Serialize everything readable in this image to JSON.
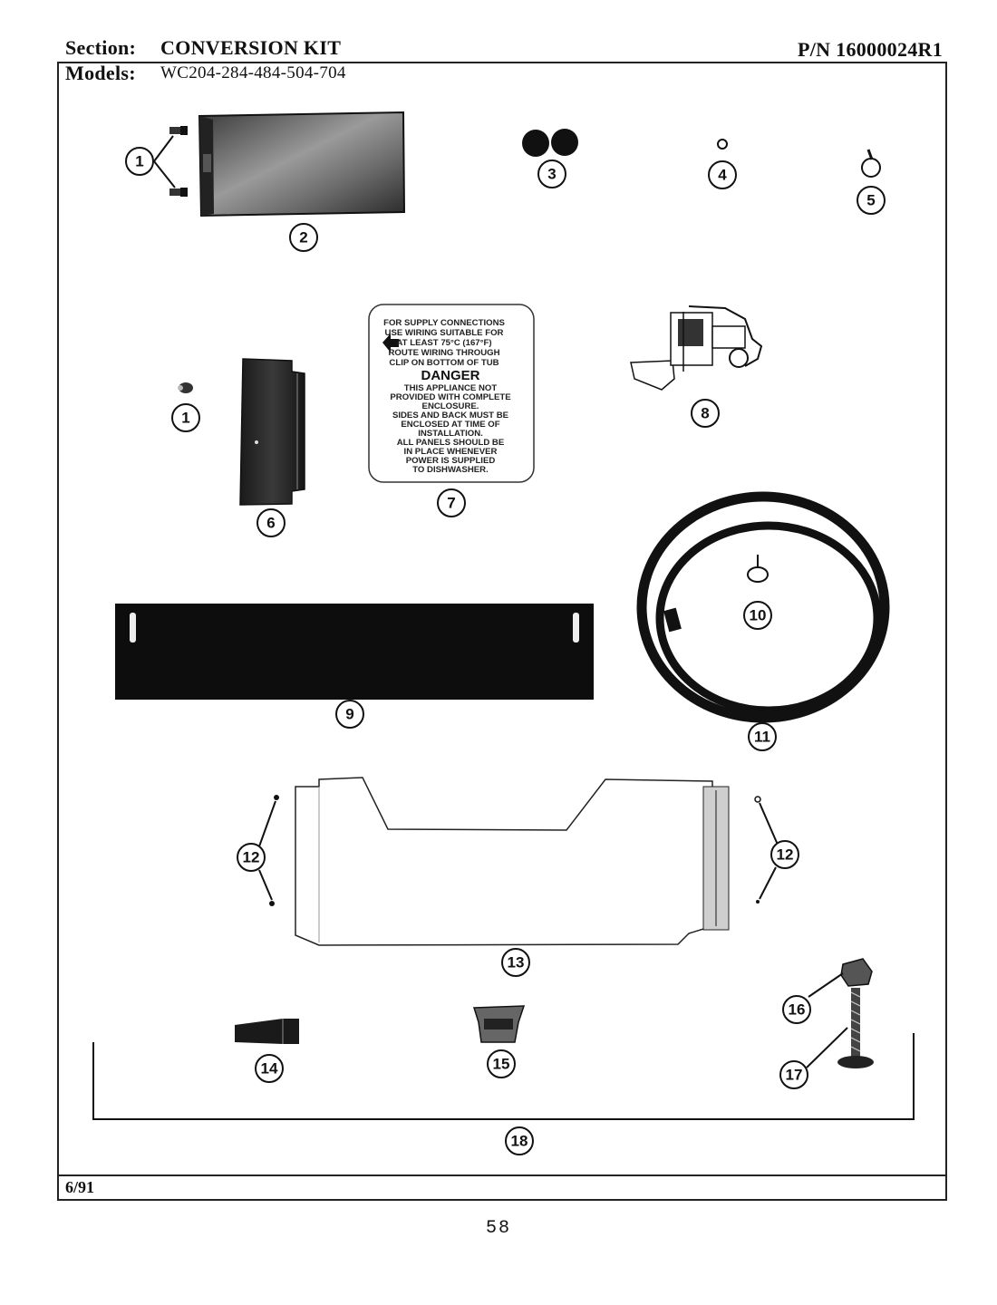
{
  "header": {
    "section_label": "Section:",
    "section_value": "CONVERSION KIT",
    "models_label": "Models:",
    "models_value": "WC204-284-484-504-704",
    "part_number": "P/N 16000024R1"
  },
  "callouts": {
    "c1a": "1",
    "c2": "2",
    "c3": "3",
    "c4": "4",
    "c5": "5",
    "c1b": "1",
    "c6": "6",
    "c7": "7",
    "c8": "8",
    "c9": "9",
    "c10": "10",
    "c11": "11",
    "c12a": "12",
    "c12b": "12",
    "c13": "13",
    "c14": "14",
    "c15": "15",
    "c16": "16",
    "c17": "17",
    "c18": "18"
  },
  "warning_label": {
    "line1": "FOR SUPPLY CONNECTIONS",
    "line2": "USE WIRING SUITABLE FOR",
    "line3": "AT LEAST 75°C (167°F)",
    "line4": "ROUTE WIRING THROUGH",
    "line5": "CLIP ON BOTTOM OF TUB",
    "heading": "DANGER",
    "body1": "THIS APPLIANCE NOT",
    "body2": "PROVIDED WITH COMPLETE",
    "body3": "ENCLOSURE.",
    "body4": "SIDES AND BACK MUST BE",
    "body5": "ENCLOSED AT TIME OF",
    "body6": "INSTALLATION.",
    "body7": "ALL PANELS SHOULD BE",
    "body8": "IN PLACE WHENEVER",
    "body9": "POWER IS SUPPLIED",
    "body10": "TO DISHWASHER."
  },
  "footer": {
    "date": "6/91",
    "page_number": "58"
  }
}
